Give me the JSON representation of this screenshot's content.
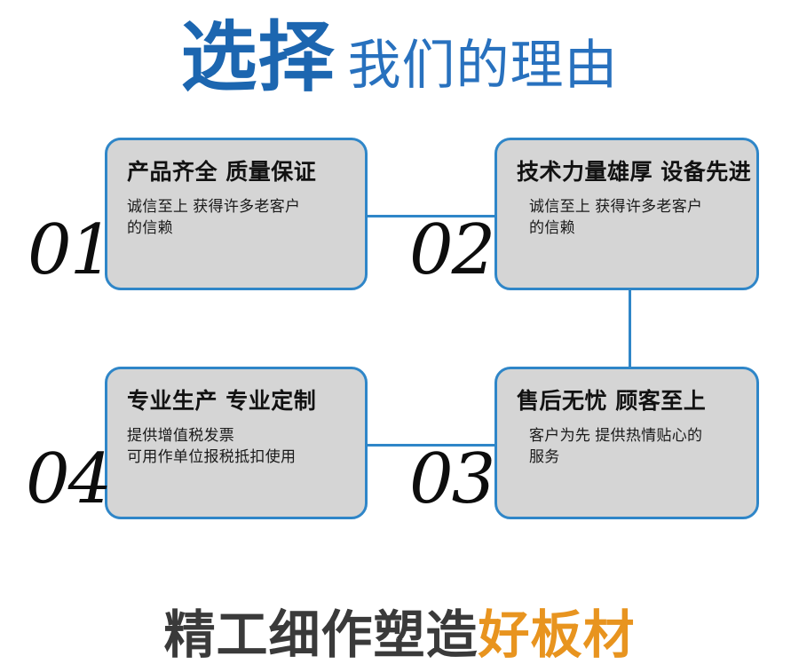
{
  "header": {
    "strong_text": "选择",
    "light_text": "我们的理由",
    "strong_color": "#1c66b0",
    "light_color": "#2871be"
  },
  "cards": [
    {
      "number": "01",
      "title": "产品齐全 质量保证",
      "body_lines": [
        "诚信至上 获得许多老客户",
        "的信赖"
      ]
    },
    {
      "number": "02",
      "title": "技术力量雄厚 设备先进",
      "body_lines": [
        "诚信至上 获得许多老客户",
        "的信赖"
      ]
    },
    {
      "number": "03",
      "title": "售后无忧 顾客至上",
      "body_lines": [
        "客户为先 提供热情贴心的",
        "服务"
      ]
    },
    {
      "number": "04",
      "title": "专业生产 专业定制",
      "body_lines": [
        "提供增值税发票",
        "可用作单位报税抵扣使用"
      ]
    }
  ],
  "footer": {
    "dark_text": "精工细作塑造",
    "accent_text": "好板材",
    "dark_color": "#3a3a3a",
    "accent_color": "#e8941f"
  },
  "theme": {
    "card_fill": "#d5d5d5",
    "card_border": "#2f86c8",
    "connector_color": "#2f86c8",
    "background": "#ffffff"
  }
}
